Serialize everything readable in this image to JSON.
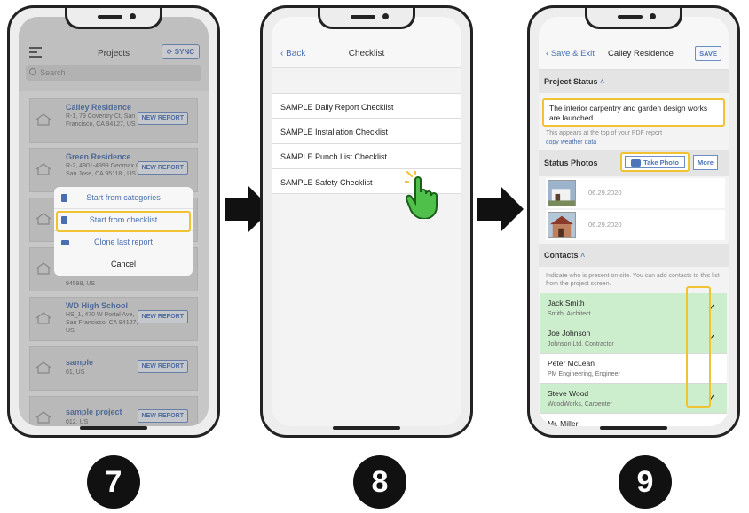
{
  "steps": [
    "7",
    "8",
    "9"
  ],
  "phone1": {
    "title": "Projects",
    "sync_label": "SYNC",
    "search_placeholder": "Search",
    "projects": [
      {
        "name": "Calley Residence",
        "address": "R-1, 79 Coventry Ct, San Francisco, CA 94127, US",
        "button": "NEW REPORT"
      },
      {
        "name": "Green Residence",
        "address": "R-2, 4901-4999 Geomax Ct, San Jose, CA 95118 , US",
        "button": "NEW REPORT"
      },
      {
        "name": "",
        "address": "",
        "button": ""
      },
      {
        "name": "",
        "address": "94598, US",
        "button": ""
      },
      {
        "name": "WD High School",
        "address": "HS_1, 470 W Portal Ave, San Francisco, CA 94127, US",
        "button": "NEW REPORT"
      },
      {
        "name": "sample",
        "address": "01, US",
        "button": "NEW REPORT"
      },
      {
        "name": "sample project",
        "address": "012, US",
        "button": "NEW REPORT"
      }
    ],
    "sheet": {
      "items": [
        "Start from categories",
        "Start from checklist",
        "Clone last report"
      ],
      "cancel": "Cancel"
    }
  },
  "phone2": {
    "back_label": "Back",
    "title": "Checklist",
    "items": [
      "SAMPLE Daily Report Checklist",
      "SAMPLE Installation Checklist",
      "SAMPLE Punch List Checklist",
      "SAMPLE Safety Checklist"
    ]
  },
  "phone3": {
    "save_exit": "Save & Exit",
    "title": "Calley Residence",
    "save_label": "SAVE",
    "project_status_header": "Project Status",
    "status_text": "The interior carpentry and garden design works are launched.",
    "status_hint": "This appears at the top of your PDF report",
    "weather_link": "copy weather data",
    "status_photos_label": "Status Photos",
    "take_photo_label": "Take Photo",
    "more_label": "More",
    "photos": [
      {
        "date": "06.29.2020"
      },
      {
        "date": "06.29.2020"
      }
    ],
    "contacts_header": "Contacts",
    "contacts_hint": "Indicate who is present on site. You can add contacts to this list from the project screen.",
    "contacts": [
      {
        "name": "Jack Smith",
        "role": "Smith, Architect",
        "present": true
      },
      {
        "name": "Joe Johnson",
        "role": "Johnson Ltd, Contractor",
        "present": true
      },
      {
        "name": "Peter McLean",
        "role": "PM Engineering, Engineer",
        "present": false
      },
      {
        "name": "Steve Wood",
        "role": "WoodWorks, Carpenter",
        "present": true
      },
      {
        "name": "Mr. Miller",
        "role": "",
        "present": false
      }
    ],
    "check_glyph": "✓"
  }
}
